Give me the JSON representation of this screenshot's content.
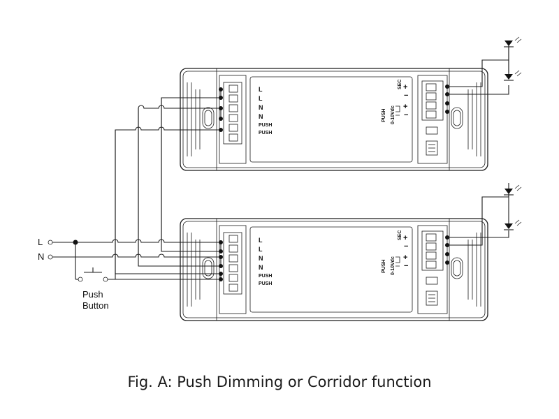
{
  "caption": "Fig. A: Push Dimming or Corridor function",
  "mains": {
    "line_label": "L",
    "neutral_label": "N"
  },
  "push_button_label": [
    "Push",
    "Button"
  ],
  "driver": {
    "input_terminals": [
      "L",
      "L",
      "N",
      "N",
      "PUSH",
      "PUSH"
    ],
    "secondary_label": "SEC",
    "secondary_signs": [
      "+",
      "−"
    ],
    "dimming_label": "0-10Vdc",
    "dimming_signs": [
      "+",
      "−"
    ],
    "push_label": "PUSH"
  }
}
